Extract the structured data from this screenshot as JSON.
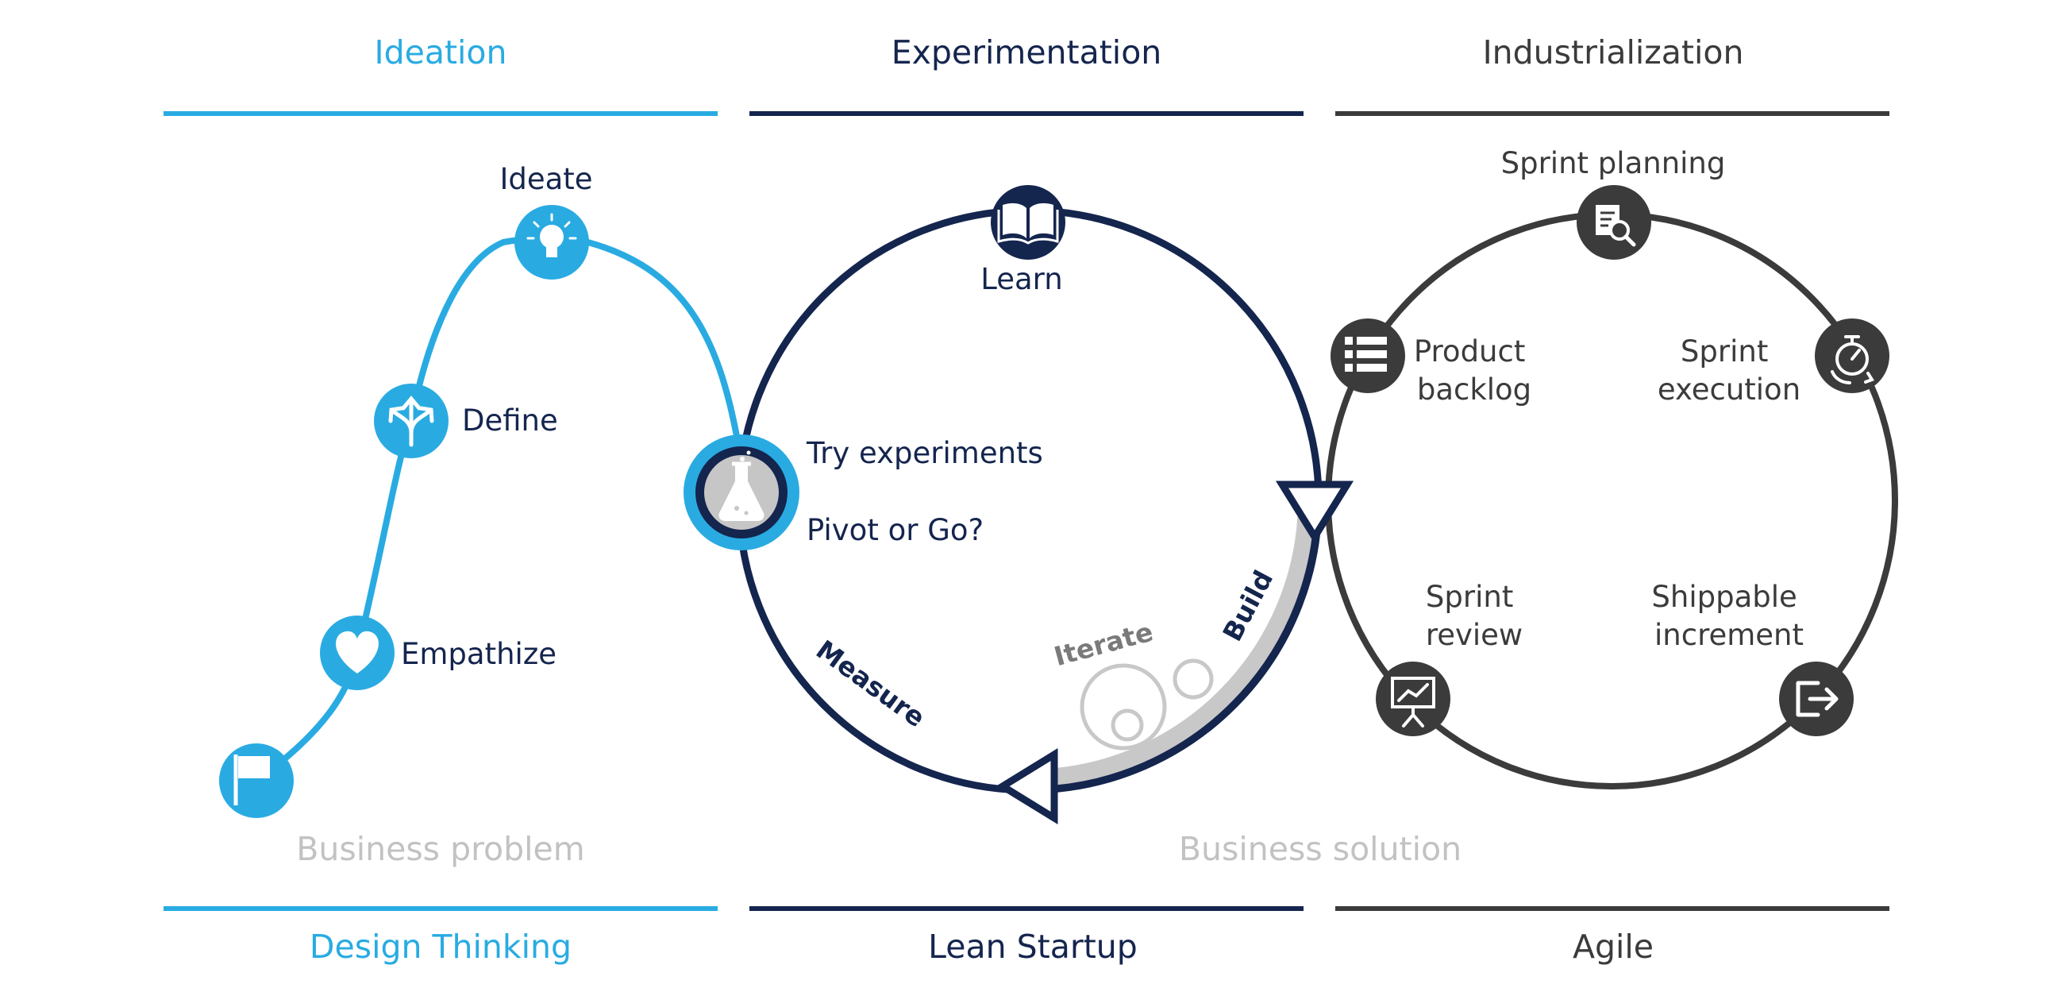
{
  "colors": {
    "ideation": "#29abe2",
    "experimentation": "#14254e",
    "industrialization": "#3b3b3b",
    "muted": "#c2c2c2",
    "build_track": "#c8c8c8"
  },
  "phases": {
    "ideation": "Ideation",
    "experimentation": "Experimentation",
    "industrialization": "Industrialization"
  },
  "methods": {
    "design_thinking": "Design Thinking",
    "lean_startup": "Lean Startup",
    "agile": "Agile"
  },
  "design_thinking": {
    "start_icon": "flag-icon",
    "steps": [
      {
        "label": "Empathize",
        "icon": "heart-icon"
      },
      {
        "label": "Define",
        "icon": "split-arrows-icon"
      },
      {
        "label": "Ideate",
        "icon": "lightbulb-icon"
      }
    ],
    "footer": "Business problem"
  },
  "lean_startup": {
    "learn": {
      "label": "Learn",
      "icon": "book-icon"
    },
    "hub_icon": "flask-icon",
    "try": "Try experiments",
    "pivot": "Pivot or Go?",
    "build": "Build",
    "iterate": "Iterate",
    "measure": "Measure",
    "footer": "Business solution"
  },
  "agile": {
    "sprint_planning": {
      "label": "Sprint planning",
      "icon": "document-search-icon"
    },
    "product_backlog": {
      "lines": [
        "Product",
        "backlog"
      ],
      "icon": "list-icon"
    },
    "sprint_execution": {
      "lines": [
        "Sprint",
        "execution"
      ],
      "icon": "stopwatch-icon"
    },
    "sprint_review": {
      "lines": [
        "Sprint",
        "review"
      ],
      "icon": "presentation-board-icon"
    },
    "shippable_increment": {
      "lines": [
        "Shippable",
        "increment"
      ],
      "icon": "exit-arrow-icon"
    }
  }
}
